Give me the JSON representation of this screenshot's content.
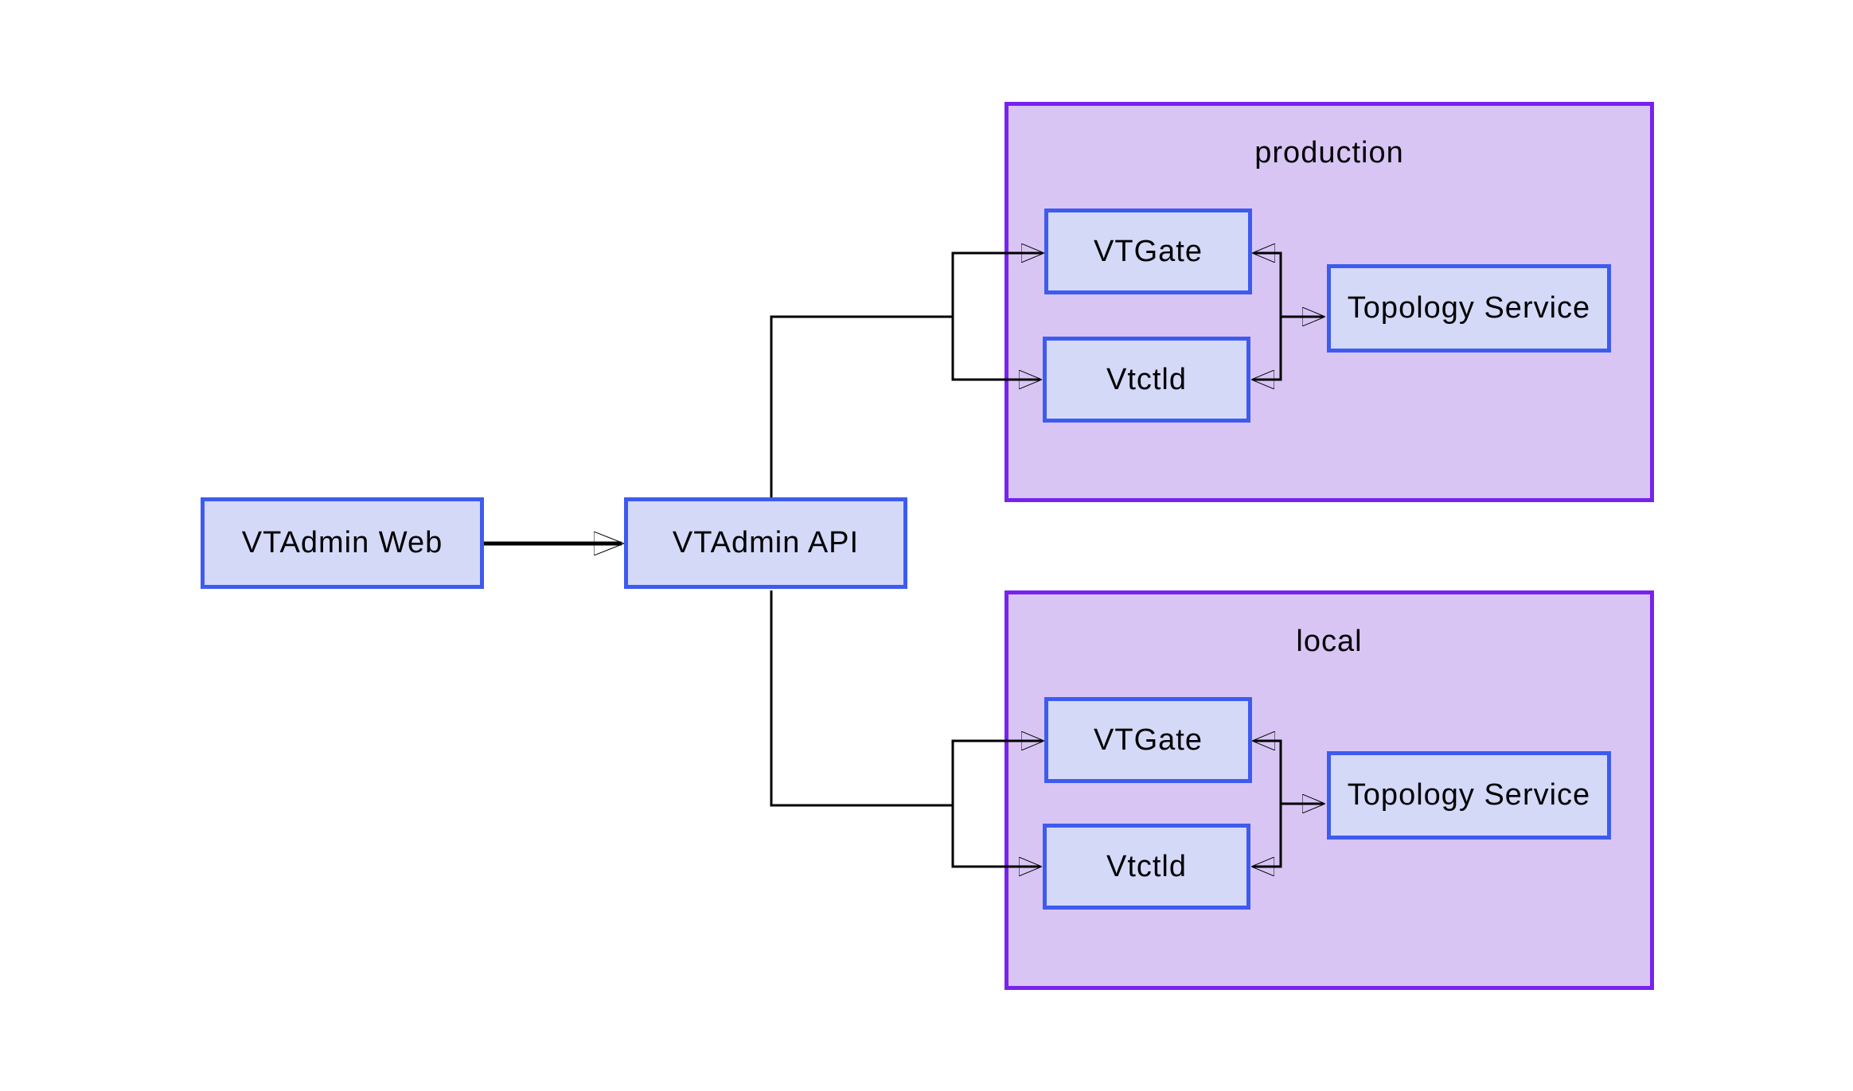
{
  "nodes": {
    "vtadmin_web": {
      "label": "VTAdmin Web"
    },
    "vtadmin_api": {
      "label": "VTAdmin API"
    }
  },
  "clusters": [
    {
      "id": "production",
      "label": "production",
      "nodes": {
        "vtgate": {
          "label": "VTGate"
        },
        "vtctld": {
          "label": "Vtctld"
        },
        "topology": {
          "label": "Topology Service"
        }
      }
    },
    {
      "id": "local",
      "label": "local",
      "nodes": {
        "vtgate": {
          "label": "VTGate"
        },
        "vtctld": {
          "label": "Vtctld"
        },
        "topology": {
          "label": "Topology Service"
        }
      }
    }
  ],
  "edges": [
    {
      "from": "vtadmin_web",
      "to": "vtadmin_api"
    },
    {
      "from": "vtadmin_api",
      "to": "production.vtgate"
    },
    {
      "from": "vtadmin_api",
      "to": "production.vtctld"
    },
    {
      "from": "vtadmin_api",
      "to": "local.vtgate"
    },
    {
      "from": "vtadmin_api",
      "to": "local.vtctld"
    },
    {
      "cluster": "production",
      "type": "junction",
      "arrowheads_into": [
        "vtgate",
        "vtctld",
        "topology"
      ]
    },
    {
      "cluster": "local",
      "type": "junction",
      "arrowheads_into": [
        "vtgate",
        "vtctld",
        "topology"
      ]
    }
  ],
  "colors": {
    "background": "#ffffff",
    "cluster_fill": "#d8c5f4",
    "cluster_border": "#7722ee",
    "box_fill": "#d4d9f8",
    "box_border": "#3e5bef",
    "edge": "#000000",
    "text": "#000000"
  }
}
